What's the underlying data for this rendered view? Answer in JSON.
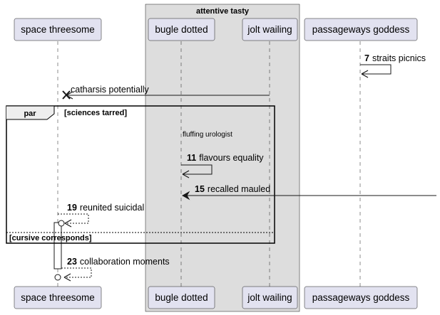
{
  "diagram": {
    "box": {
      "title": "attentive tasty"
    },
    "participants": {
      "p1": "space threesome",
      "p2": "bugle dotted",
      "p3": "jolt wailing",
      "p4": "passageways goddess"
    },
    "messages": {
      "m7": {
        "num": "7",
        "text": "straits picnics"
      },
      "m_catharsis": {
        "text": "catharsis potentially"
      },
      "note_fluffing": {
        "text": "fluffing urologist"
      },
      "m11": {
        "num": "11",
        "text": "flavours equality"
      },
      "m15": {
        "num": "15",
        "text": "recalled mauled"
      },
      "m19": {
        "num": "19",
        "text": "reunited suicidal"
      },
      "m23": {
        "num": "23",
        "text": "collaboration moments"
      }
    },
    "fragment": {
      "keyword": "par",
      "guard1": "[sciences tarred]",
      "guard2": "[cursive corresponds]"
    },
    "colors": {
      "participant_fill": "#E2E2F0",
      "participant_border": "#181818",
      "box_fill": "#DDDDDD",
      "lifeline": "#181818",
      "line": "#181818"
    }
  }
}
